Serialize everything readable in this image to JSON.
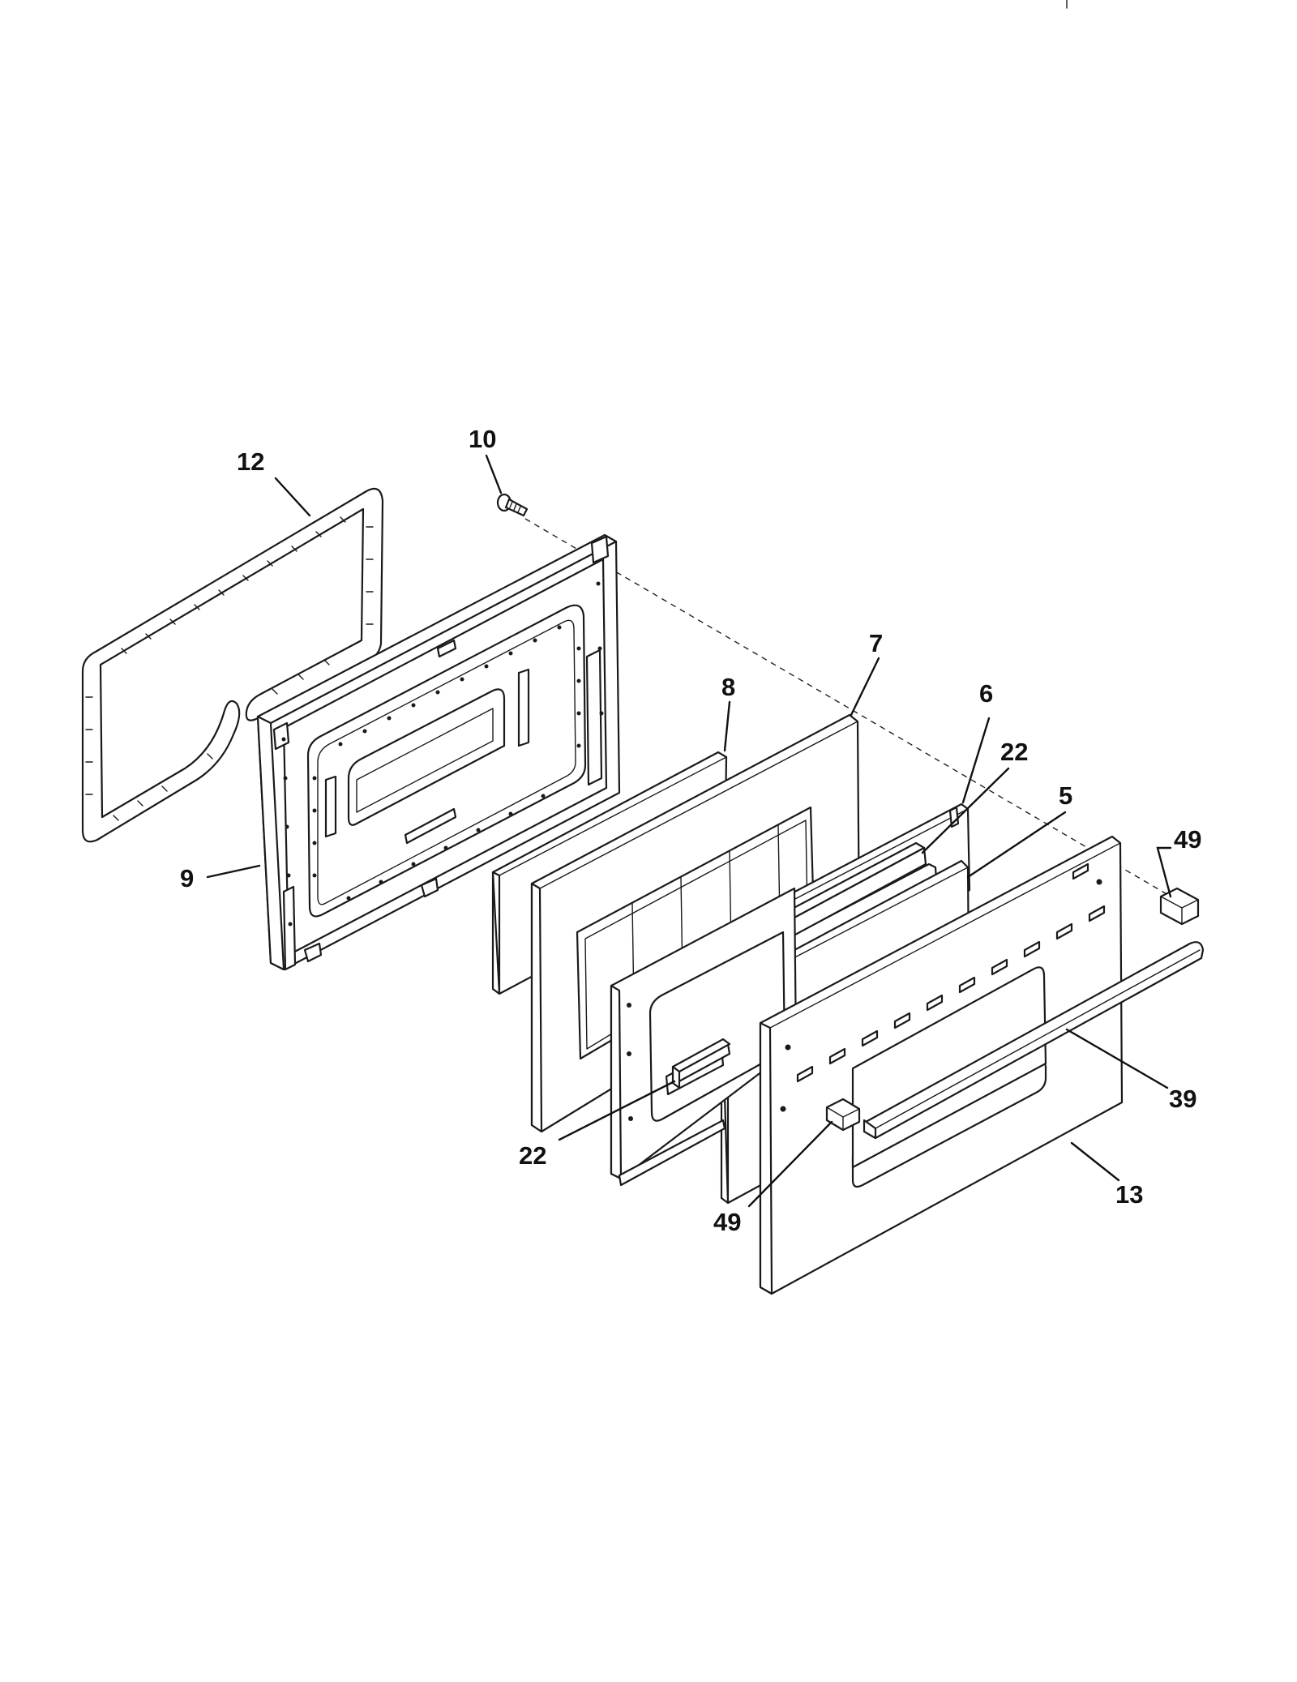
{
  "parts": [
    {
      "id": "gasket",
      "callout": "12"
    },
    {
      "id": "screw",
      "callout": "10"
    },
    {
      "id": "inner-door-liner",
      "callout": "9"
    },
    {
      "id": "insulation",
      "callout": "8"
    },
    {
      "id": "insulation-frame",
      "callout": "7"
    },
    {
      "id": "window-frame",
      "callout": "6"
    },
    {
      "id": "window-bracket-upper",
      "callout": "22"
    },
    {
      "id": "window-bracket-lower",
      "callout": "22"
    },
    {
      "id": "glass-panel",
      "callout": "5"
    },
    {
      "id": "end-cap-right",
      "callout": "49"
    },
    {
      "id": "handle",
      "callout": "39"
    },
    {
      "id": "end-cap-left",
      "callout": "49"
    },
    {
      "id": "outer-door-panel",
      "callout": "13"
    }
  ]
}
